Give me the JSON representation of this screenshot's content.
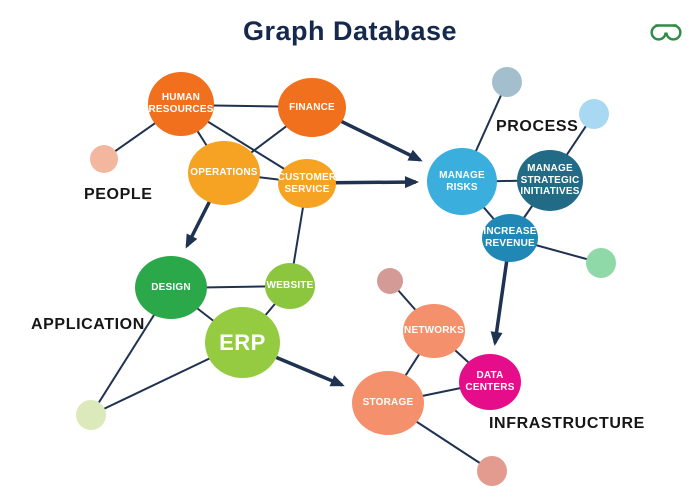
{
  "title": "Graph Database",
  "logo": {
    "name": "GeeksforGeeks",
    "color": "#2F8D46"
  },
  "categories": {
    "people": {
      "label": "PEOPLE"
    },
    "process": {
      "label": "PROCESS"
    },
    "application": {
      "label": "APPLICATION"
    },
    "infrastructure": {
      "label": "INFRASTRUCTURE"
    }
  },
  "nodes": {
    "human_resources": {
      "label": "HUMAN RESOURCES",
      "color": "#F0701D",
      "group": "people"
    },
    "finance": {
      "label": "FINANCE",
      "color": "#F0701D",
      "group": "people"
    },
    "operations": {
      "label": "OPERATIONS",
      "color": "#F6A323",
      "group": "people"
    },
    "customer_service": {
      "label": "CUSTOMER SERVICE",
      "color": "#F6A323",
      "group": "people"
    },
    "manage_risks": {
      "label": "MANAGE RISKS",
      "color": "#3AAEDD",
      "group": "process"
    },
    "manage_strategic_initiatives": {
      "label": "MANAGE STRATEGIC INITIATIVES",
      "color": "#216B86",
      "group": "process"
    },
    "increase_revenue": {
      "label": "INCREASE REVENUE",
      "color": "#2187B4",
      "group": "process"
    },
    "design": {
      "label": "DESIGN",
      "color": "#2BA84A",
      "group": "application"
    },
    "website": {
      "label": "WEBSITE",
      "color": "#8CC63E",
      "group": "application"
    },
    "erp": {
      "label": "ERP",
      "color": "#95CB40",
      "group": "application"
    },
    "networks": {
      "label": "NETWORKS",
      "color": "#F4906B",
      "group": "infrastructure"
    },
    "data_centers": {
      "label": "DATA CENTERS",
      "color": "#E60D8A",
      "group": "infrastructure"
    },
    "storage": {
      "label": "STORAGE",
      "color": "#F4906B",
      "group": "infrastructure"
    }
  },
  "dots": {
    "peach": {
      "color": "#F3B79F"
    },
    "gray_blue": {
      "color": "#A3BFCE"
    },
    "light_blue": {
      "color": "#A9D9F2"
    },
    "mint": {
      "color": "#8FD8A7"
    },
    "pale_green": {
      "color": "#DCEABB"
    },
    "dusty_pink": {
      "color": "#D49A96"
    },
    "small_salmon": {
      "color": "#E29B8E"
    }
  },
  "edges": [
    [
      "peach-dot",
      "human_resources"
    ],
    [
      "human_resources",
      "finance"
    ],
    [
      "human_resources",
      "operations"
    ],
    [
      "human_resources",
      "customer_service"
    ],
    [
      "finance",
      "operations"
    ],
    [
      "operations",
      "customer_service"
    ],
    [
      "customer_service",
      "website"
    ],
    [
      "manage_risks",
      "gray_blue-dot"
    ],
    [
      "manage_risks",
      "manage_strategic_initiatives"
    ],
    [
      "manage_risks",
      "increase_revenue"
    ],
    [
      "manage_strategic_initiatives",
      "light_blue-dot"
    ],
    [
      "manage_strategic_initiatives",
      "increase_revenue"
    ],
    [
      "increase_revenue",
      "mint-dot"
    ],
    [
      "design",
      "website"
    ],
    [
      "design",
      "erp"
    ],
    [
      "website",
      "erp"
    ],
    [
      "pale_green-dot",
      "design"
    ],
    [
      "pale_green-dot",
      "erp"
    ],
    [
      "dusty_pink-dot",
      "networks"
    ],
    [
      "networks",
      "data_centers"
    ],
    [
      "networks",
      "storage"
    ],
    [
      "storage",
      "data_centers"
    ],
    [
      "storage",
      "small_salmon-dot"
    ]
  ],
  "arrows": [
    [
      "finance",
      "manage_risks"
    ],
    [
      "customer_service",
      "manage_risks"
    ],
    [
      "operations",
      "design"
    ],
    [
      "increase_revenue",
      "data_centers"
    ],
    [
      "erp",
      "storage"
    ]
  ],
  "edge_color": "#1F3251"
}
